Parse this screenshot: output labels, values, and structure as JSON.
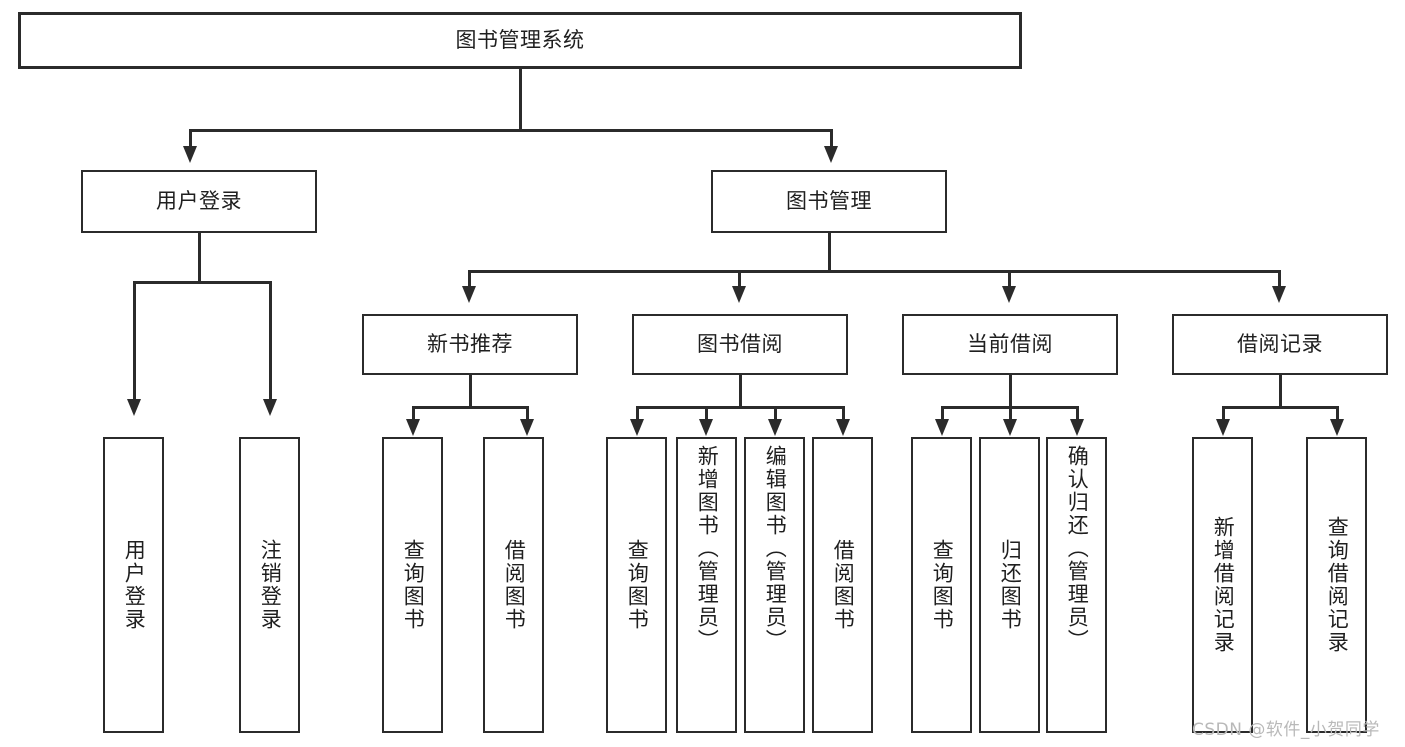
{
  "diagram": {
    "type": "tree",
    "title": "图书管理系统",
    "watermark": "CSDN @软件_小贺同学",
    "colors": {
      "stroke": "#2b2b2b",
      "fill": "#ffffff",
      "text": "#1f1f1f",
      "watermark": "#b9b9b9"
    },
    "levels": {
      "root": {
        "label": "图书管理系统"
      },
      "level2": [
        {
          "id": "user-login",
          "label": "用户登录"
        },
        {
          "id": "book-manage",
          "label": "图书管理"
        }
      ],
      "level3": [
        {
          "id": "new-book-recommend",
          "label": "新书推荐",
          "parent": "book-manage"
        },
        {
          "id": "book-borrow",
          "label": "图书借阅",
          "parent": "book-manage"
        },
        {
          "id": "current-borrow",
          "label": "当前借阅",
          "parent": "book-manage"
        },
        {
          "id": "borrow-record",
          "label": "借阅记录",
          "parent": "book-manage"
        }
      ],
      "leaves": [
        {
          "id": "leaf-user-login",
          "label": "用户登录",
          "parent": "user-login"
        },
        {
          "id": "leaf-logout-login",
          "label": "注销登录",
          "parent": "user-login"
        },
        {
          "id": "leaf-query-book-1",
          "label": "查询图书",
          "parent": "new-book-recommend"
        },
        {
          "id": "leaf-borrow-book-1",
          "label": "借阅图书",
          "parent": "new-book-recommend"
        },
        {
          "id": "leaf-query-book-2",
          "label": "查询图书",
          "parent": "book-borrow"
        },
        {
          "id": "leaf-add-book",
          "label": "新增图书（管理员）",
          "parent": "book-borrow"
        },
        {
          "id": "leaf-edit-book",
          "label": "编辑图书（管理员）",
          "parent": "book-borrow"
        },
        {
          "id": "leaf-borrow-book-2",
          "label": "借阅图书",
          "parent": "book-borrow"
        },
        {
          "id": "leaf-query-book-3",
          "label": "查询图书",
          "parent": "current-borrow"
        },
        {
          "id": "leaf-return-book",
          "label": "归还图书",
          "parent": "current-borrow"
        },
        {
          "id": "leaf-confirm-return",
          "label": "确认归还（管理员）",
          "parent": "current-borrow"
        },
        {
          "id": "leaf-add-record",
          "label": "新增借阅记录",
          "parent": "borrow-record"
        },
        {
          "id": "leaf-query-record",
          "label": "查询借阅记录",
          "parent": "borrow-record"
        }
      ]
    }
  }
}
